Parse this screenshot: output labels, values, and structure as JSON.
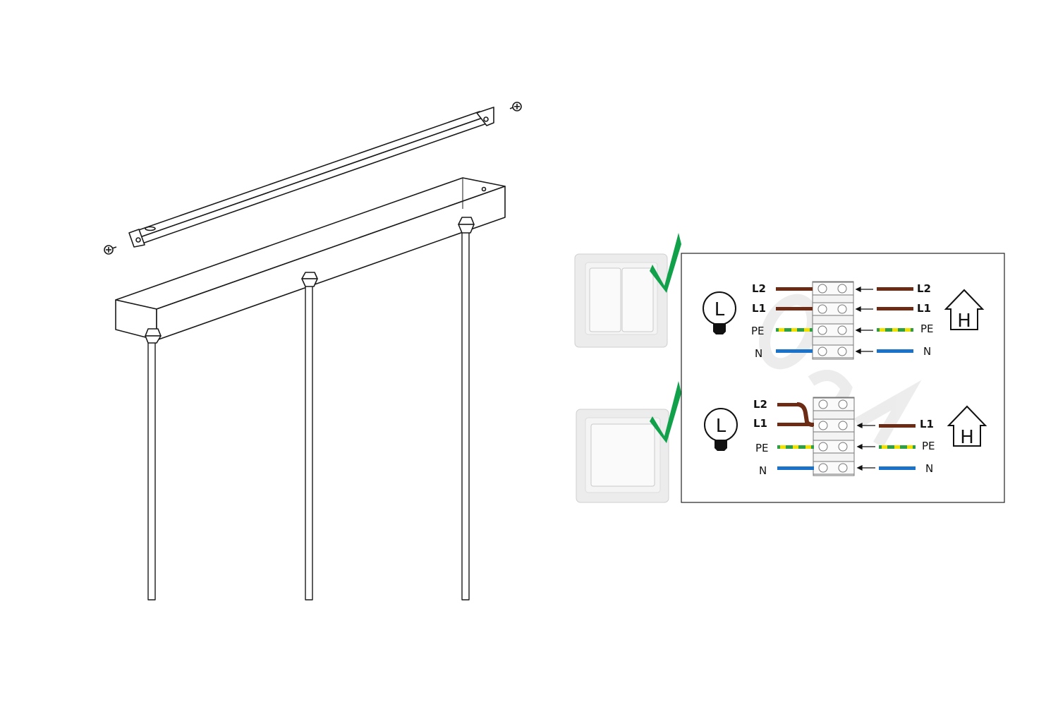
{
  "colors": {
    "live": "#6b2b14",
    "earth_green": "#2ea043",
    "earth_yellow": "#f2e100",
    "neutral": "#1a73c8",
    "check": "#11a14b",
    "line": "#1a1a1a",
    "switch_plate": "#f0f0f0"
  },
  "icons": {
    "lamp": "lamp-icon",
    "house": "house-icon",
    "check": "check-icon",
    "screw": "screw-icon"
  },
  "lamp_symbol": "L",
  "house_symbol": "H",
  "diagram1": {
    "left_labels": [
      "L2",
      "L1",
      "PE",
      "N"
    ],
    "right_labels": [
      "L2",
      "L1",
      "PE",
      "N"
    ]
  },
  "diagram2": {
    "left_labels": [
      "L2",
      "L1",
      "PE",
      "N"
    ],
    "right_labels": [
      "L1",
      "PE",
      "N"
    ]
  }
}
